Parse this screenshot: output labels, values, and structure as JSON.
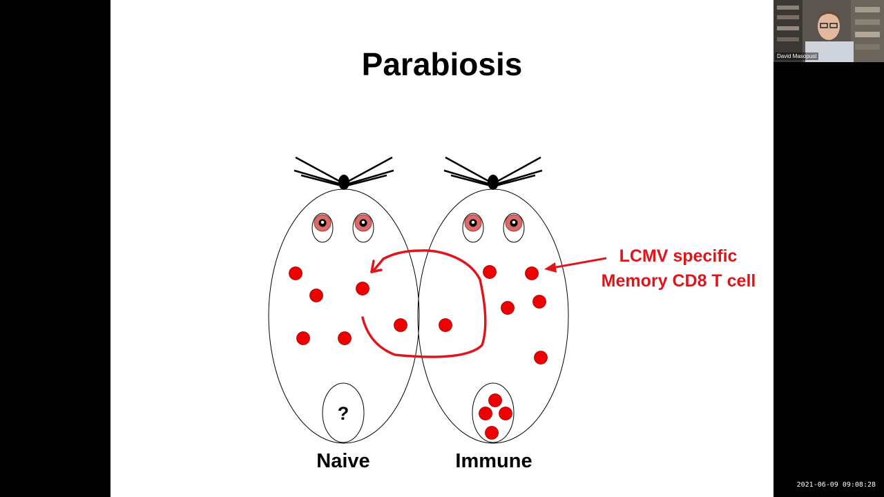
{
  "slide": {
    "title": "Parabiosis",
    "callout": {
      "line1": "LCMV specific",
      "line2": "Memory CD8 T cell"
    },
    "labels": {
      "left_mouse": "Naive",
      "right_mouse": "Immune",
      "question": "?"
    }
  },
  "webcam": {
    "participant_name": "David Masopust"
  },
  "recording": {
    "timestamp": "2021-06-09 09:08:28"
  },
  "colors": {
    "accent_red": "#e0151b",
    "cell_red": "#ee0000",
    "slide_bg": "#ffffff"
  },
  "icons": [
    "whiskers",
    "nose",
    "eye",
    "t-cell",
    "arrow"
  ]
}
